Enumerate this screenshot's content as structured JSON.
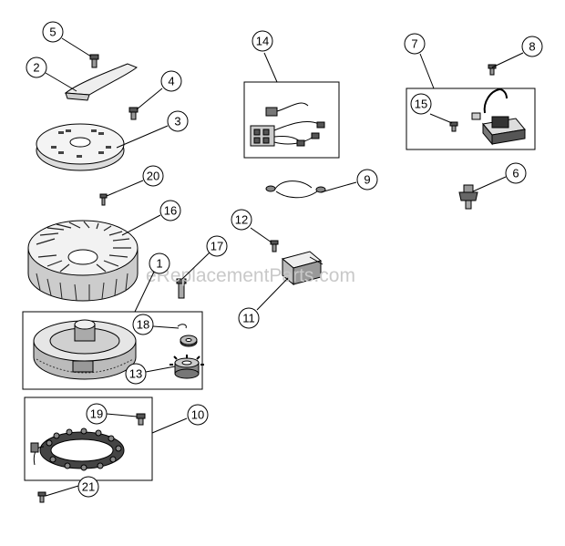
{
  "diagram": {
    "watermark": "eReplacementParts.com",
    "callouts": [
      {
        "id": "c5",
        "label": "5"
      },
      {
        "id": "c2",
        "label": "2"
      },
      {
        "id": "c4",
        "label": "4"
      },
      {
        "id": "c3",
        "label": "3"
      },
      {
        "id": "c20",
        "label": "20"
      },
      {
        "id": "c16",
        "label": "16"
      },
      {
        "id": "c17",
        "label": "17"
      },
      {
        "id": "c1",
        "label": "1"
      },
      {
        "id": "c18",
        "label": "18"
      },
      {
        "id": "c13",
        "label": "13"
      },
      {
        "id": "c19",
        "label": "19"
      },
      {
        "id": "c10",
        "label": "10"
      },
      {
        "id": "c21",
        "label": "21"
      },
      {
        "id": "c14",
        "label": "14"
      },
      {
        "id": "c9",
        "label": "9"
      },
      {
        "id": "c12",
        "label": "12"
      },
      {
        "id": "c11",
        "label": "11"
      },
      {
        "id": "c7",
        "label": "7"
      },
      {
        "id": "c8",
        "label": "8"
      },
      {
        "id": "c15",
        "label": "15"
      },
      {
        "id": "c6",
        "label": "6"
      }
    ]
  }
}
